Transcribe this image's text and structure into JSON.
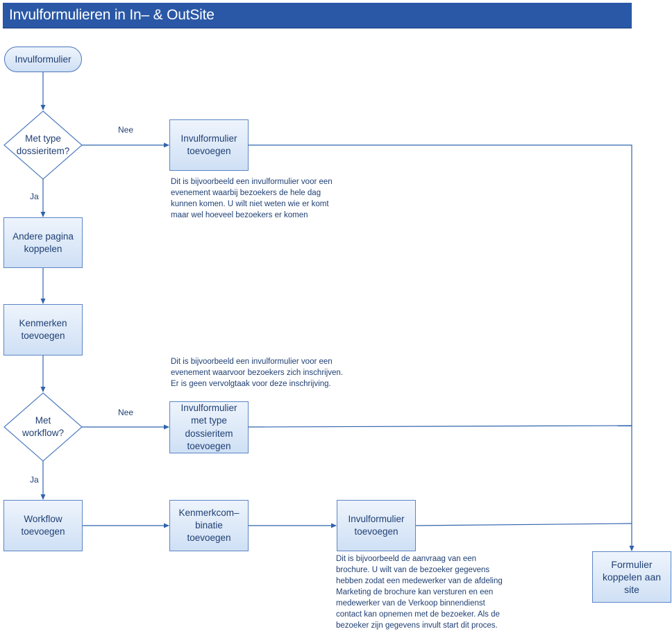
{
  "title": "Invulformulieren in In– & OutSite",
  "nodes": {
    "start": "Invulformulier",
    "decision_type": "Met type\ndossieritem?",
    "add_form_1": "Invulformulier\ntoevoegen",
    "link_other_page": "Andere pagina\nkoppelen",
    "add_properties": "Kenmerken\ntoevoegen",
    "decision_workflow": "Met\nworkflow?",
    "add_form_typed": "Invulformulier\nmet type\ndossieritem\ntoevoegen",
    "add_workflow": "Workflow\ntoevoegen",
    "add_combination": "Kenmerkcom–\nbinatie\ntoevoegen",
    "add_form_2": "Invulformulier\ntoevoegen",
    "link_to_site": "Formulier\nkoppelen aan\nsite"
  },
  "edge_labels": {
    "nee_1": "Nee",
    "ja_1": "Ja",
    "nee_2": "Nee",
    "ja_2": "Ja"
  },
  "notes": {
    "note_1": "Dit is bijvoorbeeld een invulformulier voor een\nevenement waarbij bezoekers de hele dag\nkunnen komen. U wilt niet weten wie er komt\nmaar wel hoeveel bezoekers er komen",
    "note_2": "Dit is bijvoorbeeld een invulformulier voor een\nevenement waarvoor bezoekers zich inschrijven.\nEr is geen vervolgtaak voor deze inschrijving.",
    "note_3": "Dit is bijvoorbeeld de aanvraag van een\nbrochure. U wilt van de bezoeker gegevens\nhebben zodat een medewerker van de afdeling\nMarketing de brochure kan versturen en een\nmedewerker van de Verkoop binnendienst\ncontact kan opnemen met de bezoeker. Als de\nbezoeker zijn gegevens invult start dit proces."
  },
  "colors": {
    "title_bar": "#2a58a6",
    "line": "#2f63ad",
    "box_border": "#5a85c5",
    "text": "#1f3f73"
  }
}
